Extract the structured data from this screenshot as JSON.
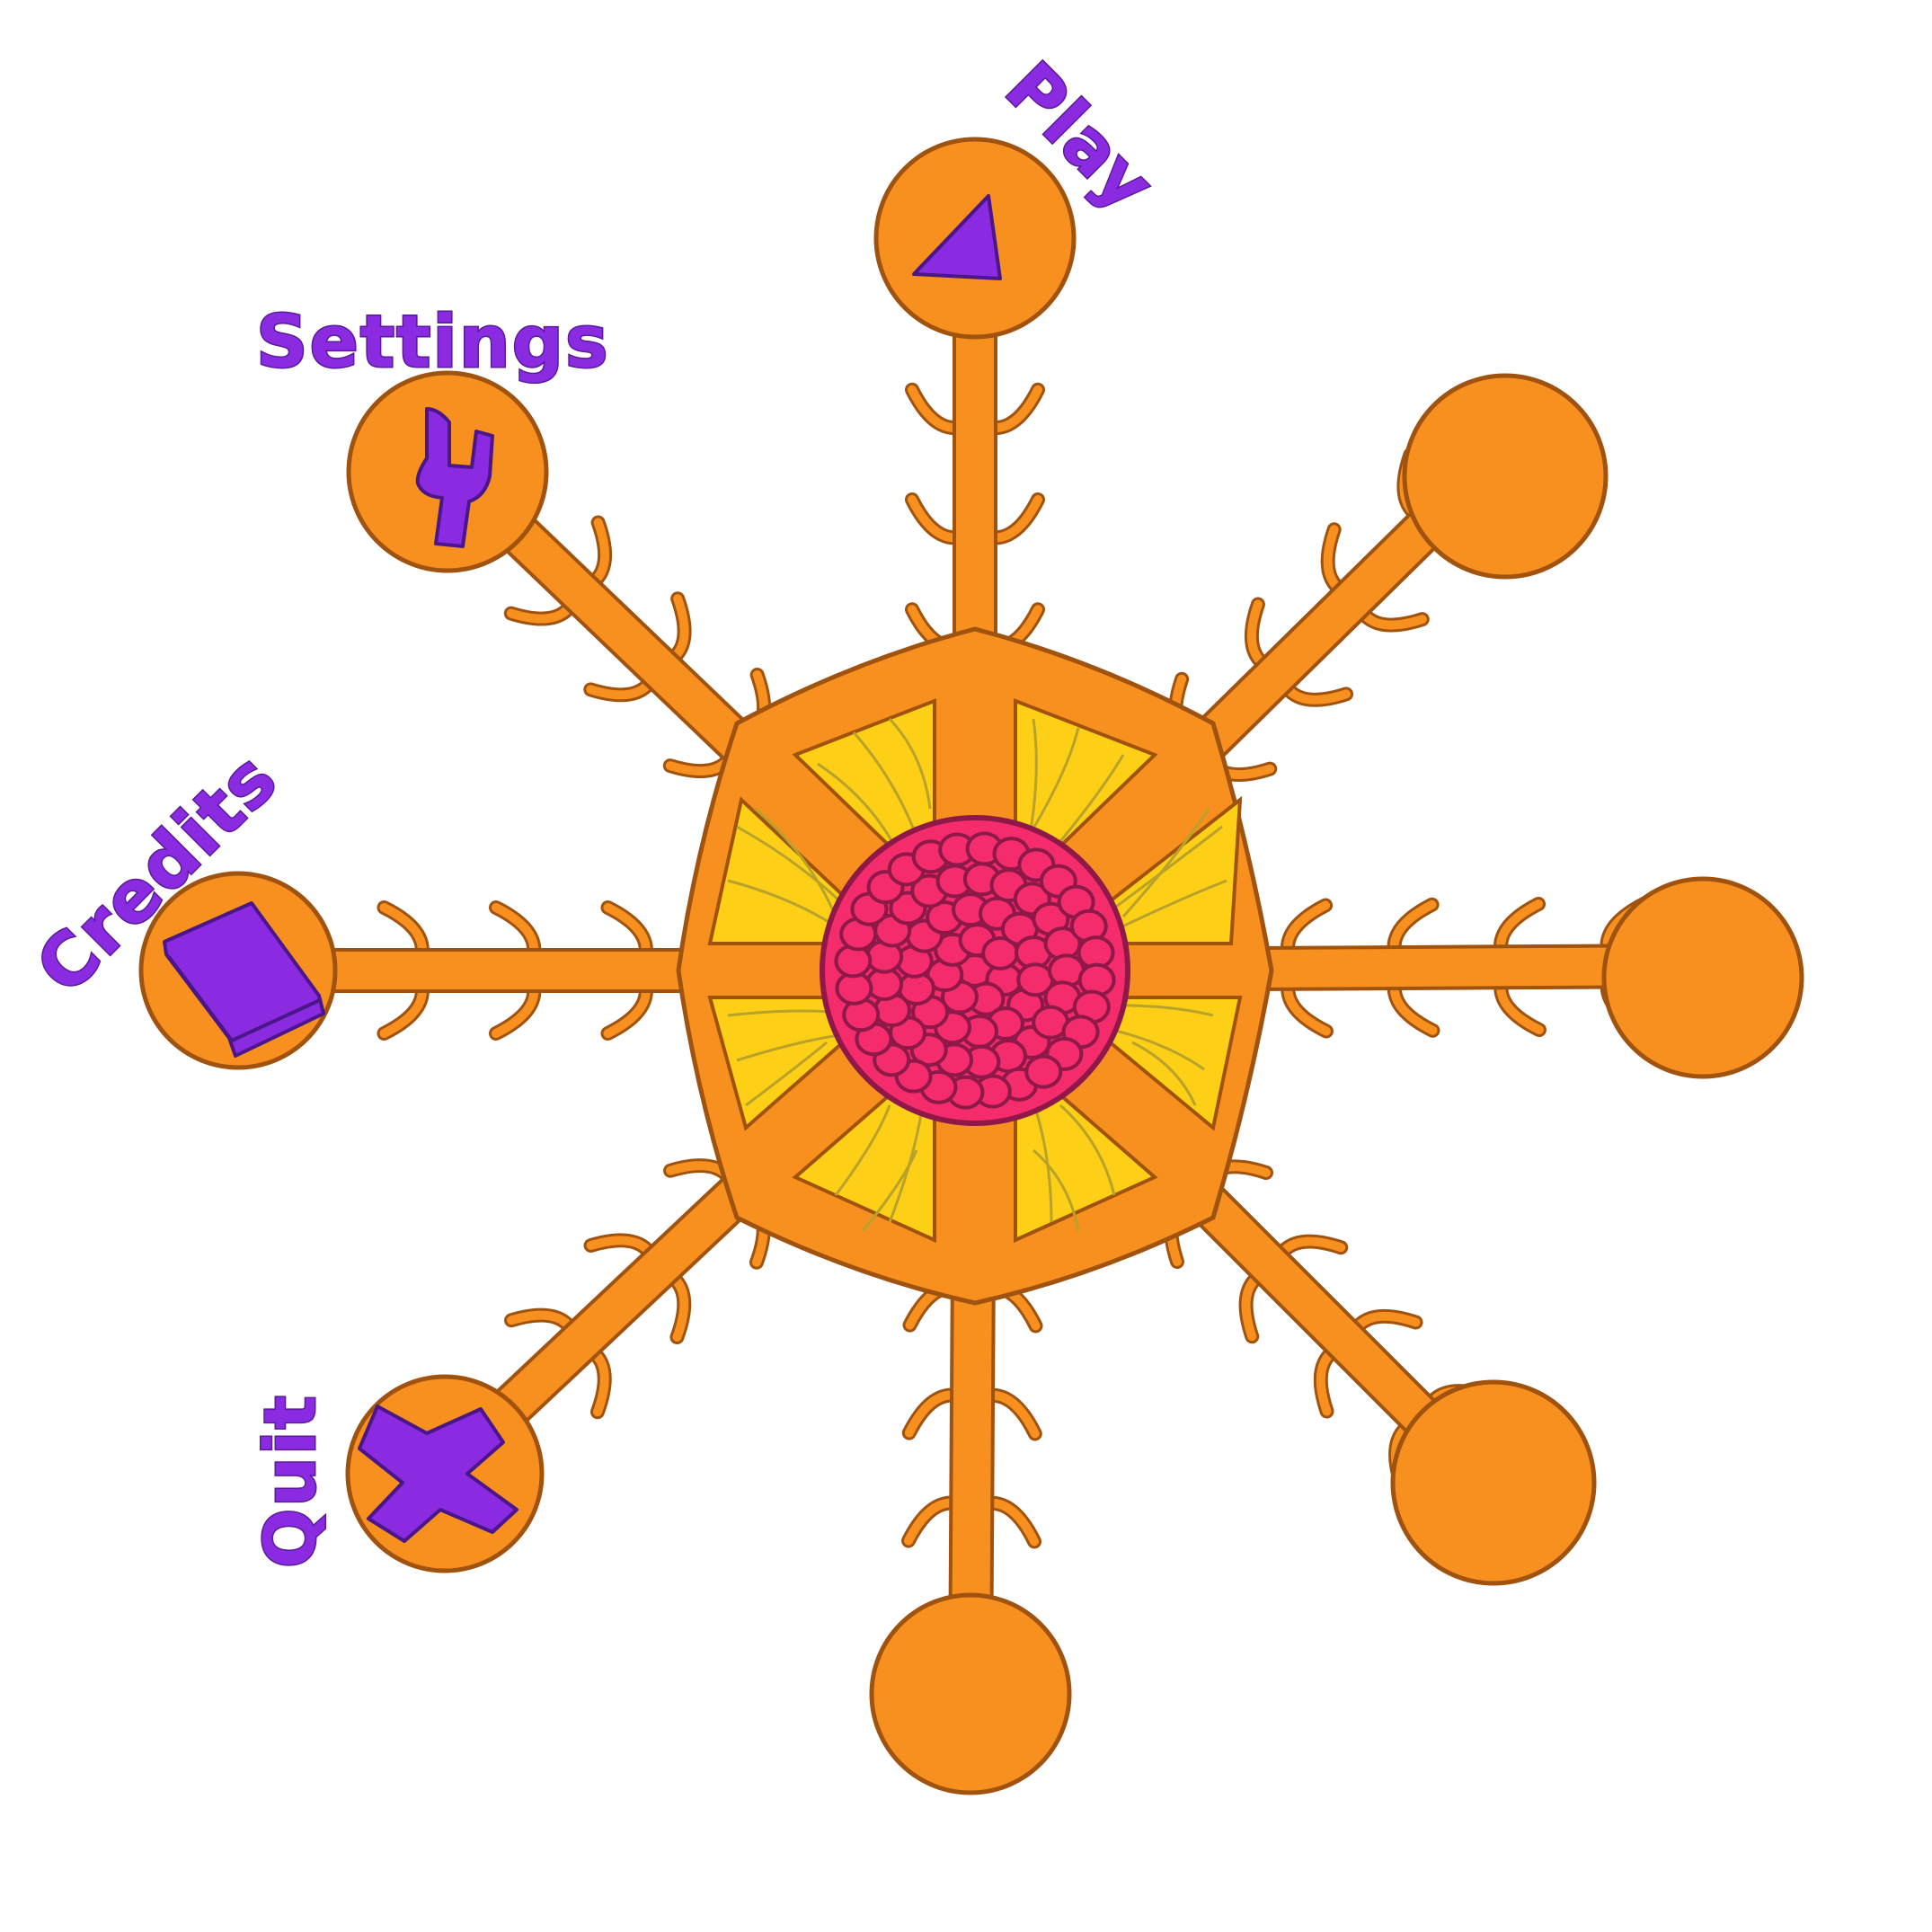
{
  "menu": {
    "play_label": "Play",
    "settings_label": "Settings",
    "credits_label": "Credits",
    "quit_label": "Quit"
  },
  "icons": {
    "play": "play-triangle-icon",
    "settings": "wrench-icon",
    "credits": "book-icon",
    "quit": "x-icon"
  },
  "colors": {
    "arm_fill": "#F7901E",
    "arm_outline": "#A0520F",
    "web_fill": "#FDD017",
    "web_vein": "#B8A22A",
    "core_fill": "#F42C6C",
    "core_outline": "#8E1848",
    "label": "#8A2BE2",
    "label_shadow": "#5B1A9A",
    "icon_fill": "#8A2BE2",
    "icon_outline": "#4B168A"
  }
}
